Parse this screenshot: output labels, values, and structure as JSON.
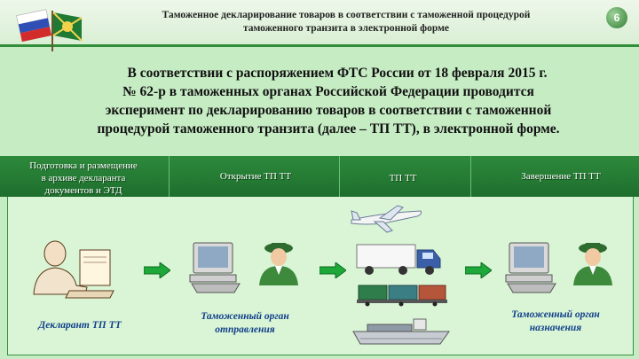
{
  "header": {
    "title_line1": "Таможенное декларирование товаров в соответствии с таможенной процедурой",
    "title_line2": "таможенного транзита в электронной форме",
    "page_number": "6"
  },
  "intro": {
    "line1": "В соответствии с распоряжением ФТС России от 18 февраля 2015 г.",
    "line2": "№ 62-р в таможенных органах Российской Федерации проводится",
    "line3": "эксперимент по декларированию товаров в соответствии с таможенной",
    "line4": "процедурой таможенного транзита (далее – ТП ТТ), в электронной форме."
  },
  "columns": {
    "c1_line1": "Подготовка и размещение",
    "c1_line2": "в архиве декларанта",
    "c1_line3": "документов и ЭТД",
    "c2": "Открытие ТП ТТ",
    "c3": "ТП ТТ",
    "c4": "Завершение ТП ТТ"
  },
  "roles": {
    "declarant": "Декларант ТП ТТ",
    "origin_line1": "Таможенный орган",
    "origin_line2": "отправления",
    "dest_line1": "Таможенный орган",
    "dest_line2": "назначения"
  },
  "colors": {
    "header_bar": "#2f8f3a",
    "table_head": "#2d8a3c",
    "role_text": "#123f8a",
    "arrow": "#1fa83a"
  }
}
